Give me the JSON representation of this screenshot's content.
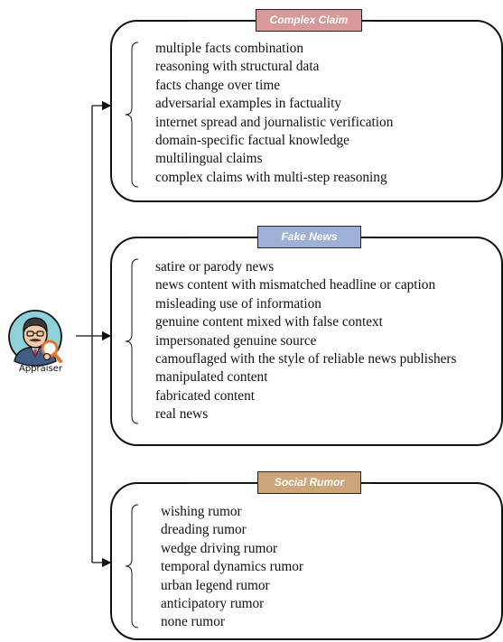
{
  "appraiser": {
    "label": "Appraiser",
    "icon": "inspector-with-magnifier-icon"
  },
  "colors": {
    "complex_claim_tag": "#d7999a",
    "fake_news_tag": "#9eb0d6",
    "social_rumor_tag": "#cda57a",
    "avatar_bg": "#8fd1d8",
    "outline": "#111111"
  },
  "categories": [
    {
      "title": "Complex Claim",
      "items": [
        "multiple facts combination",
        "reasoning with structural data",
        "facts change over time",
        "adversarial examples in factuality",
        "internet spread and journalistic verification",
        "domain-specific factual knowledge",
        "multilingual claims",
        "complex claims with multi-step reasoning"
      ]
    },
    {
      "title": "Fake News",
      "items": [
        "satire or parody news",
        "news content with mismatched headline or caption",
        "misleading use of information",
        "genuine content mixed with false context",
        "impersonated genuine source",
        "camouflaged with the style of reliable news publishers",
        "manipulated content",
        "fabricated content",
        "real news"
      ]
    },
    {
      "title": "Social Rumor",
      "items": [
        "wishing rumor",
        "dreading rumor",
        "wedge driving rumor",
        "temporal dynamics rumor",
        "urban legend rumor",
        "anticipatory rumor",
        "none rumor"
      ]
    }
  ]
}
